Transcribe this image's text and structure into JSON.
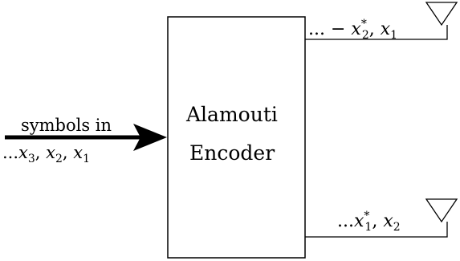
{
  "encoder": {
    "line1": "Alamouti",
    "line2": "Encoder"
  },
  "input": {
    "label": "symbols in",
    "sequence_prefix": "...",
    "sequence": [
      {
        "sym": "x",
        "sub": "3"
      },
      {
        "sym": "x",
        "sub": "2"
      },
      {
        "sym": "x",
        "sub": "1"
      }
    ]
  },
  "antenna_top": {
    "prefix": "... − ",
    "terms": [
      {
        "sym": "x",
        "sub": "2",
        "sup": "*"
      },
      {
        "sym": "x",
        "sub": "1",
        "sup": ""
      }
    ]
  },
  "antenna_bottom": {
    "prefix": "...",
    "terms": [
      {
        "sym": "x",
        "sub": "1",
        "sup": "*"
      },
      {
        "sym": "x",
        "sub": "2",
        "sup": ""
      }
    ]
  }
}
